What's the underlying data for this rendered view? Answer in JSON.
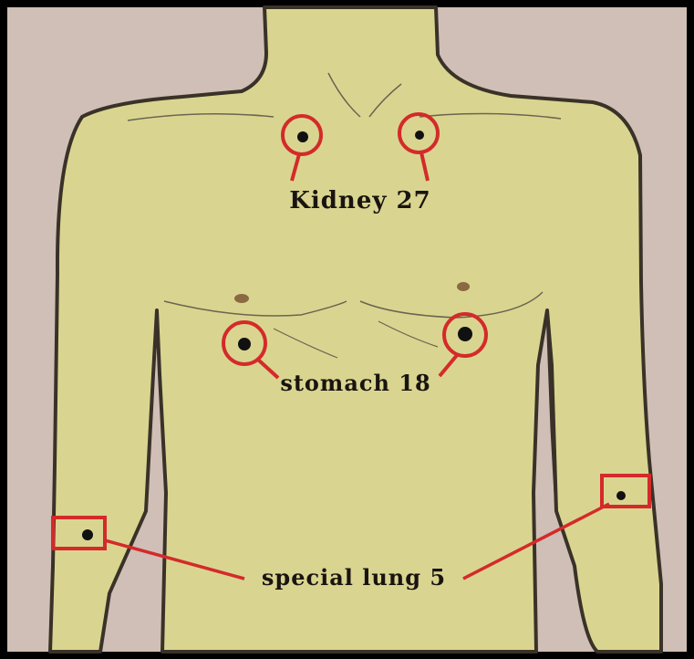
{
  "labels": {
    "kidney": "Kidney 27",
    "stomach": "stomach 18",
    "lung": "special lung 5"
  },
  "colors": {
    "marker": "#d42a2a",
    "skin": "#d9d590",
    "paper": "#cfbfb6",
    "outline": "#3a3228",
    "point": "#111111",
    "frame": "#000000"
  }
}
